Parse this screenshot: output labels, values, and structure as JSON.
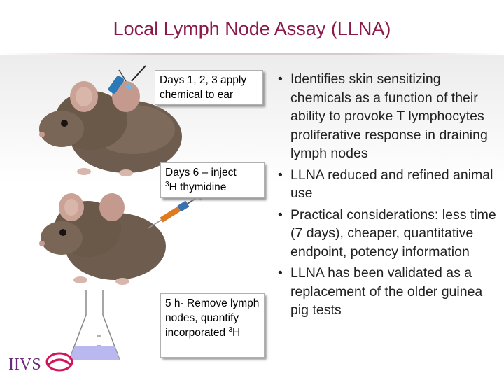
{
  "title": "Local Lymph Node Assay (LLNA)",
  "steps": [
    {
      "label": "Days 1, 2, 3 apply chemical to ear"
    },
    {
      "label_pre": "Days 6 – inject ",
      "sup": "3",
      "label_post": "H thymidine"
    },
    {
      "label_pre": "5 h- Remove lymph nodes, quantify incorporated ",
      "sup": "3",
      "label_post": "H"
    }
  ],
  "bullets": [
    "Identifies skin sensitizing chemicals as a function of their ability to provoke T lymphocytes proliferative response in draining lymph nodes",
    "LLNA reduced and refined animal use",
    "Practical considerations: less time (7 days), cheaper, quantitative endpoint, potency information",
    "LLNA has been validated as a replacement of the older guinea pig tests"
  ],
  "logo": {
    "text": "IIVS"
  },
  "colors": {
    "title": "#8b1a4a",
    "accent": "#6b2a7a",
    "flask_liquid": "#b9b9f0"
  }
}
